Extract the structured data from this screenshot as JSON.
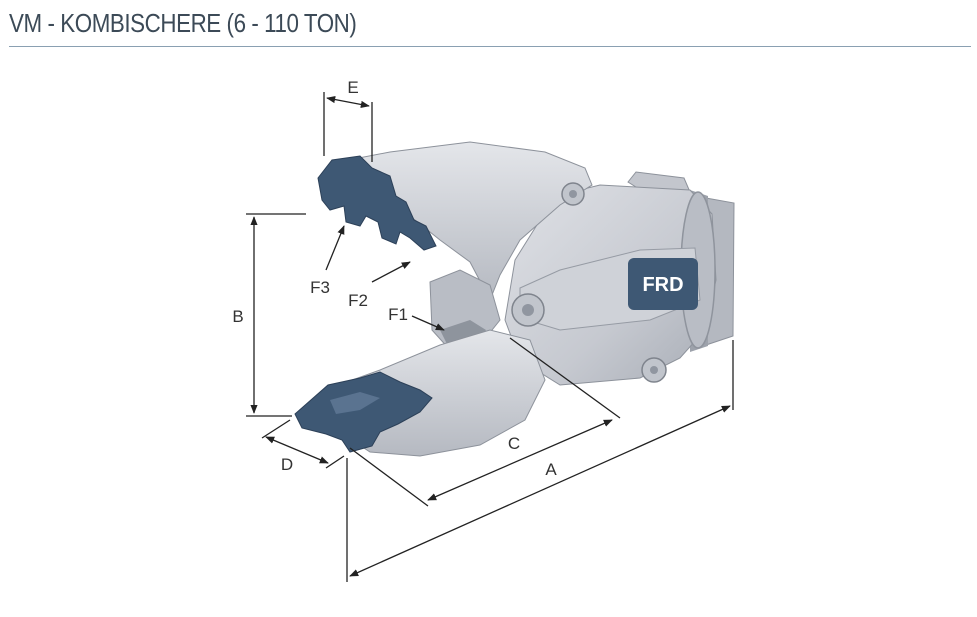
{
  "header": {
    "title": "VM - KOMBISCHERE (6 - 110 TON)"
  },
  "diagram": {
    "logo_text": "FRD",
    "dimension_labels": {
      "a": "A",
      "b": "B",
      "c": "C",
      "d": "D",
      "e": "E",
      "f1": "F1",
      "f2": "F2",
      "f3": "F3"
    },
    "colors": {
      "body": "#c9ccd3",
      "body_shade": "#a9aeb7",
      "teeth": "#3e5874",
      "dimension_line": "#222222",
      "title": "#3c4a57"
    }
  }
}
